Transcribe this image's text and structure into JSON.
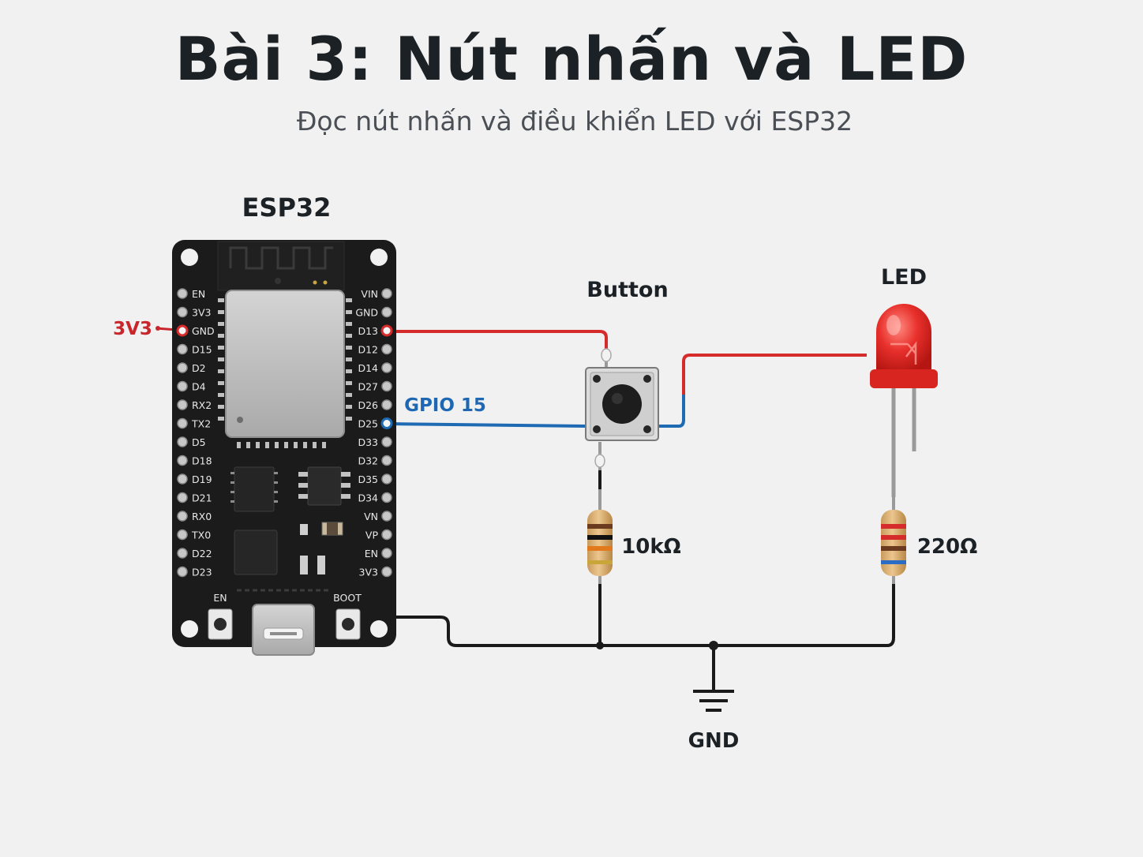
{
  "title": "Bài 3: Nút nhấn và LED",
  "subtitle": "Đọc nút nhấn và điều khiển LED với ESP32",
  "board": {
    "label": "ESP32",
    "left_pins": [
      "EN",
      "3V3",
      "GND",
      "D15",
      "D2",
      "D4",
      "RX2",
      "TX2",
      "D5",
      "D18",
      "D19",
      "D21",
      "RX0",
      "TX0",
      "D22",
      "D23"
    ],
    "right_pins": [
      "VIN",
      "GND",
      "D13",
      "D12",
      "D14",
      "D27",
      "D26",
      "D25",
      "D33",
      "D32",
      "D35",
      "D34",
      "VN",
      "VP",
      "EN",
      "3V3"
    ],
    "en_button_label": "EN",
    "boot_button_label": "BOOT"
  },
  "labels": {
    "v3v3": "3V3",
    "gpio": "GPIO 15",
    "button": "Button",
    "led": "LED",
    "r1": "10kΩ",
    "r2": "220Ω",
    "gnd": "GND"
  },
  "colors": {
    "red_wire": "#d62b2b",
    "blue_wire": "#1e6ab3",
    "black_wire": "#1a1a1a",
    "board": "#1b1b1b",
    "led": "#e8302c",
    "v3v3_text": "#c8262b",
    "gpio_text": "#1e68b3"
  }
}
